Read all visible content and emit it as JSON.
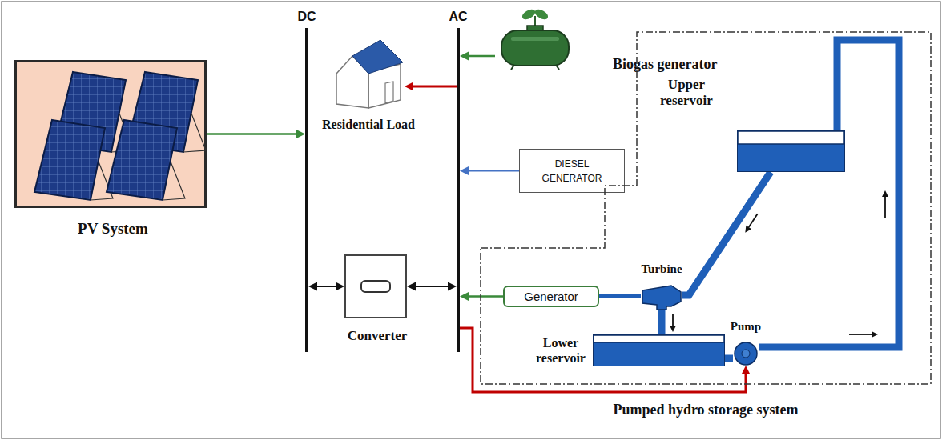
{
  "diagram": {
    "nodes": [
      {
        "text": [
          "PV System"
        ]
      },
      {
        "text": [
          "DC"
        ]
      },
      {
        "text": [
          "AC"
        ]
      },
      {
        "text": [
          "Residential Load"
        ]
      },
      {
        "text": [
          "Biogas generator"
        ]
      },
      {
        "text": [
          "DIESEL GENERATOR"
        ]
      },
      {
        "text": [
          "Converter"
        ]
      },
      {
        "text": [
          "Pumped hydro storage system"
        ]
      },
      {
        "text": [
          "Upper reservoir"
        ],
        "in": 7
      },
      {
        "text": [
          "Turbine"
        ],
        "in": 7
      },
      {
        "text": [
          "Generator"
        ],
        "in": 7
      },
      {
        "text": [
          "Lower reservoir"
        ],
        "in": 7
      },
      {
        "text": [
          "Pump"
        ],
        "in": 7
      }
    ],
    "edges": [
      {
        "from": 0,
        "to": 1,
        "arrow": "to"
      },
      {
        "from": 2,
        "to": 3,
        "arrow": "to"
      },
      {
        "from": 4,
        "to": 2,
        "arrow": "to"
      },
      {
        "from": 5,
        "to": 2,
        "arrow": "to"
      },
      {
        "from": 6,
        "to": 1,
        "arrow": "both"
      },
      {
        "from": 6,
        "to": 2,
        "arrow": "both"
      },
      {
        "from": 10,
        "to": 2,
        "arrow": "to"
      },
      {
        "from": 2,
        "to": 12,
        "arrow": "to"
      },
      {
        "from": 10,
        "to": 9,
        "arrow": "none"
      },
      {
        "from": 8,
        "to": 9,
        "arrow": "none"
      },
      {
        "from": 9,
        "to": 11,
        "arrow": "none"
      },
      {
        "from": 11,
        "to": 12,
        "arrow": "none"
      },
      {
        "from": 12,
        "to": 8,
        "arrow": "none"
      }
    ]
  }
}
